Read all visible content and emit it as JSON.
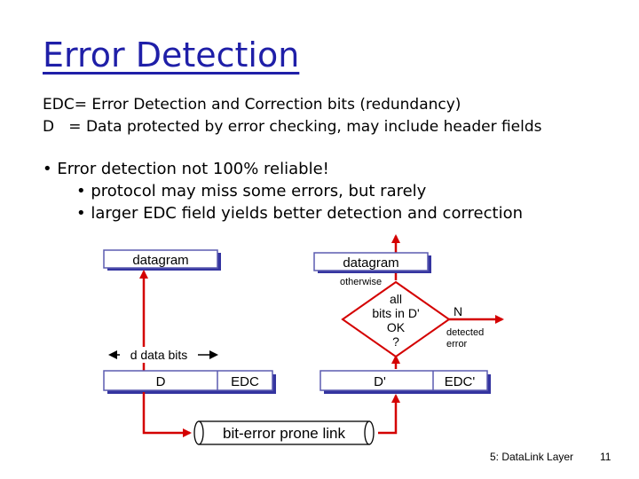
{
  "slide": {
    "title": "Error Detection",
    "definitions": [
      "EDC= Error Detection and Correction bits (redundancy)",
      "D   = Data protected by error checking, may include header fields"
    ],
    "bullets": [
      "• Error detection not 100% reliable!",
      "• protocol may miss some errors, but rarely",
      "• larger EDC field yields better detection and correction"
    ]
  },
  "diagram": {
    "sender_datagram": "datagram",
    "receiver_datagram": "datagram",
    "d_data_bits": "d data bits",
    "sender_d": "D",
    "sender_edc": "EDC",
    "receiver_d": "D'",
    "receiver_edc": "EDC'",
    "link_label": "bit-error prone link",
    "otherwise_label": "otherwise",
    "decision_lines": [
      "all",
      "bits in D'",
      "OK",
      "?"
    ],
    "no_label": "N",
    "detected_error_lines": [
      "detected",
      "error"
    ]
  },
  "footer": {
    "chapter": "5: DataLink Layer",
    "page_number": "11"
  },
  "colors": {
    "title": "#1f1fa8",
    "arrow": "#d40000",
    "box_border": "#5b5bb0",
    "box_shadow": "#3434a0"
  }
}
